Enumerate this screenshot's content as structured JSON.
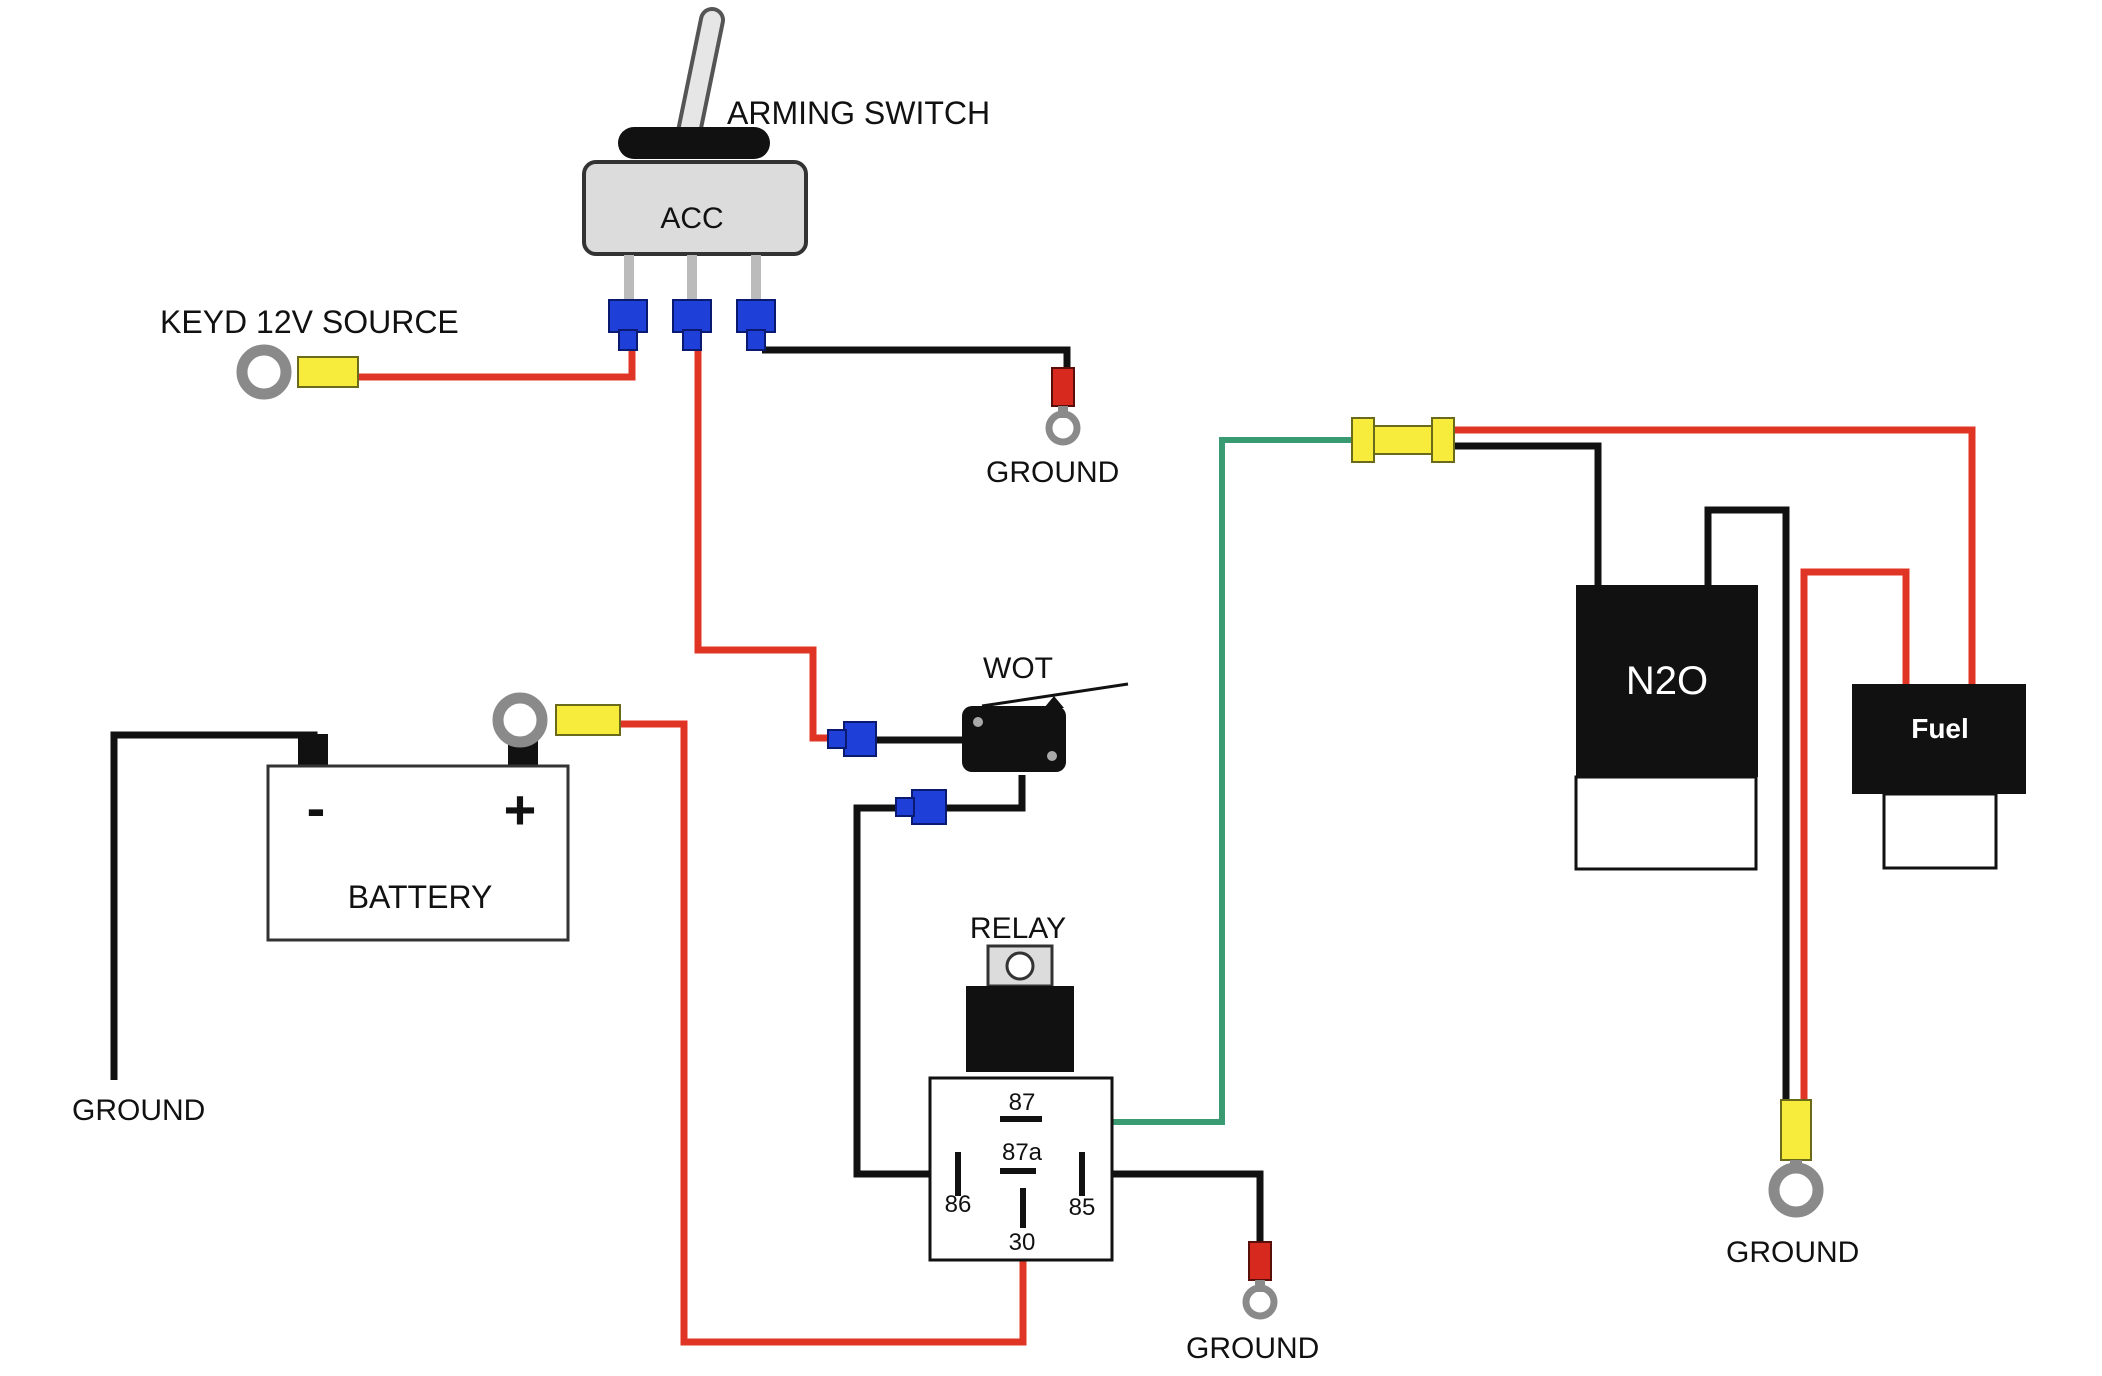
{
  "labels": {
    "arming_switch": "ARMING SWITCH",
    "acc": "ACC",
    "keyed_source": "KEYD 12V SOURCE",
    "ground_switch": "GROUND",
    "wot": "WOT",
    "battery": "BATTERY",
    "battery_minus": "-",
    "battery_plus": "+",
    "ground_battery": "GROUND",
    "relay": "RELAY",
    "pin_87": "87",
    "pin_87a": "87a",
    "pin_86": "86",
    "pin_85": "85",
    "pin_30": "30",
    "ground_relay": "GROUND",
    "n2o": "N2O",
    "fuel": "Fuel",
    "ground_solenoids": "GROUND"
  },
  "colors": {
    "wire_red": "#e03524",
    "wire_black": "#111111",
    "wire_green": "#3a9a72",
    "connector_blue": "#1e3fd8",
    "connector_yellow": "#f7ec3c",
    "ground_tab_red": "#d8291f",
    "ring_gray": "#8a8a8a",
    "switch_body": "#dcdcdc"
  }
}
